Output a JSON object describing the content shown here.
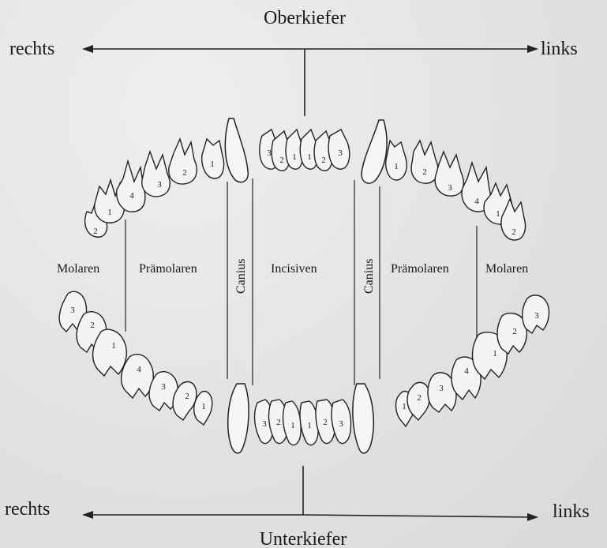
{
  "labels": {
    "oberkiefer": "Oberkiefer",
    "unterkiefer": "Unterkiefer",
    "rechts_top": "rechts",
    "links_top": "links",
    "rechts_bottom": "rechts",
    "links_bottom": "links",
    "molaren_left": "Molaren",
    "praemolaren_left": "Prämolaren",
    "canius_left": "Canius",
    "incisiven": "Incisiven",
    "canius_right": "Canius",
    "praemolaren_right": "Prämolaren",
    "molaren_right": "Molaren"
  },
  "upper_teeth": [
    "2",
    "1",
    "4",
    "3",
    "2",
    "1",
    "3",
    "2",
    "1",
    "1",
    "2",
    "3",
    "1",
    "2",
    "3",
    "4",
    "1",
    "2"
  ],
  "lower_teeth": [
    "3",
    "2",
    "1",
    "4",
    "3",
    "2",
    "1",
    "3",
    "2",
    "1",
    "1",
    "2",
    "3",
    "1",
    "2",
    "3",
    "4",
    "1",
    "2",
    "3"
  ]
}
